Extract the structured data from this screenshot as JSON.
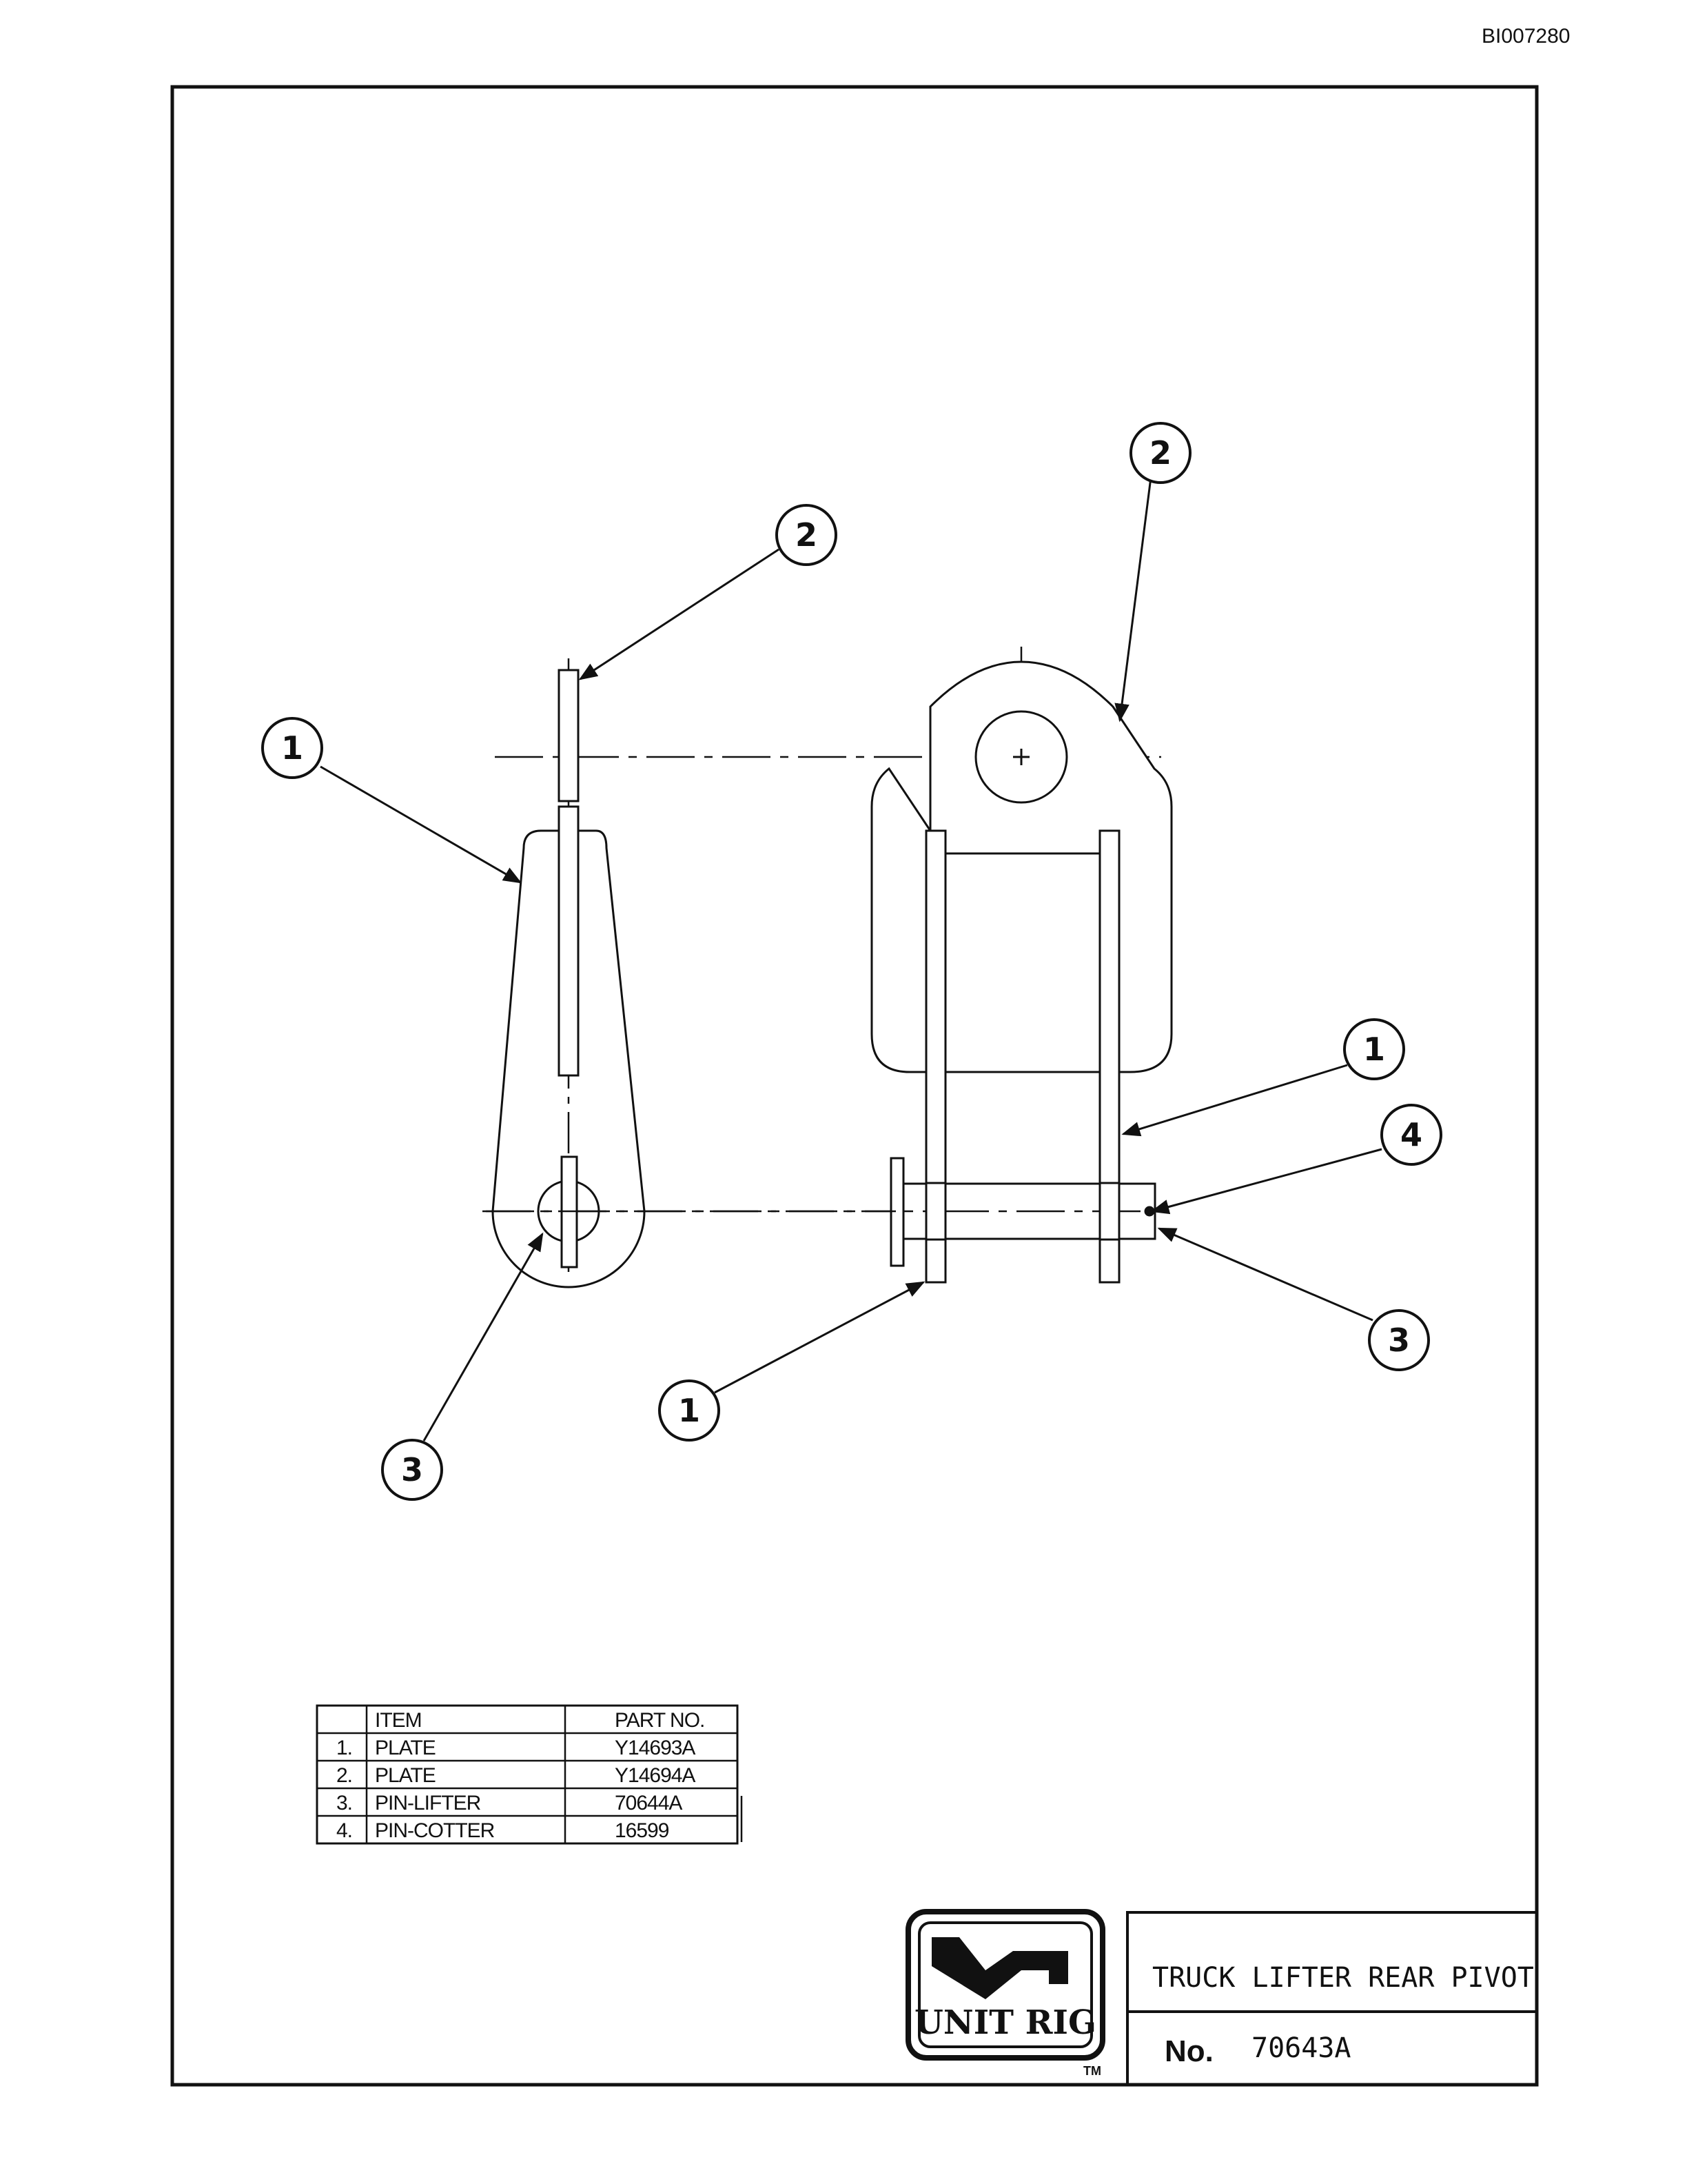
{
  "doc_id": "BI007280",
  "callouts": {
    "side_plate_1": "1",
    "side_plate_2": "2",
    "side_pin_3": "3",
    "front_plate2": "2",
    "front_plate1_right": "1",
    "front_cotter_4": "4",
    "front_pin_3": "3",
    "front_plate1_bottom": "1"
  },
  "parts_table": {
    "headers": [
      "",
      "ITEM",
      "PART NO."
    ],
    "rows": [
      [
        "1.",
        "PLATE",
        "Y14693A"
      ],
      [
        "2.",
        "PLATE",
        "Y14694A"
      ],
      [
        "3.",
        "PIN-LIFTER",
        "70644A"
      ],
      [
        "4.",
        "PIN-COTTER",
        "16599"
      ]
    ]
  },
  "title_block": {
    "title": "TRUCK LIFTER REAR PIVOT",
    "no_label": "No.",
    "no_value": "70643A"
  },
  "logo": {
    "text": "UNIT RIG",
    "trademark": "TM"
  }
}
